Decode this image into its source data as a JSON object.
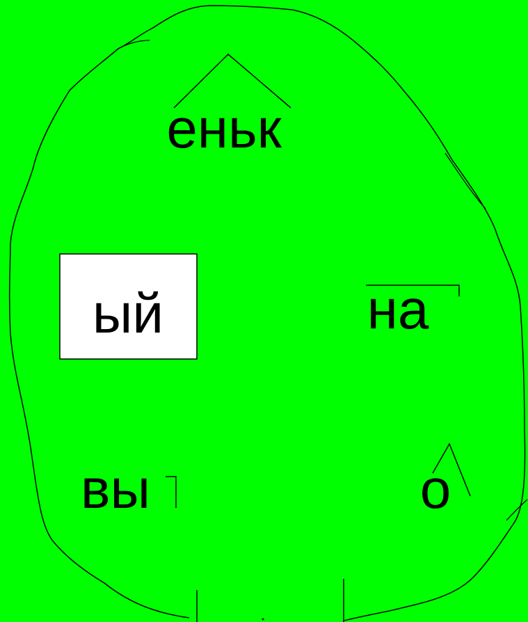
{
  "colors": {
    "background": "#00ff00",
    "outline": "#000000",
    "text": "#000000",
    "box_fill": "#ffffff"
  },
  "morphemes": {
    "suffix": "еньк",
    "ending": "ый",
    "prefix_right": "на",
    "prefix_left": "вы",
    "root": "о"
  },
  "marks": {
    "suffix_mark": "suffix-caret",
    "ending_mark": "ending-box",
    "prefix_right_mark": "prefix-hook",
    "prefix_left_mark": "prefix-hook",
    "root_mark": "root-arc"
  }
}
